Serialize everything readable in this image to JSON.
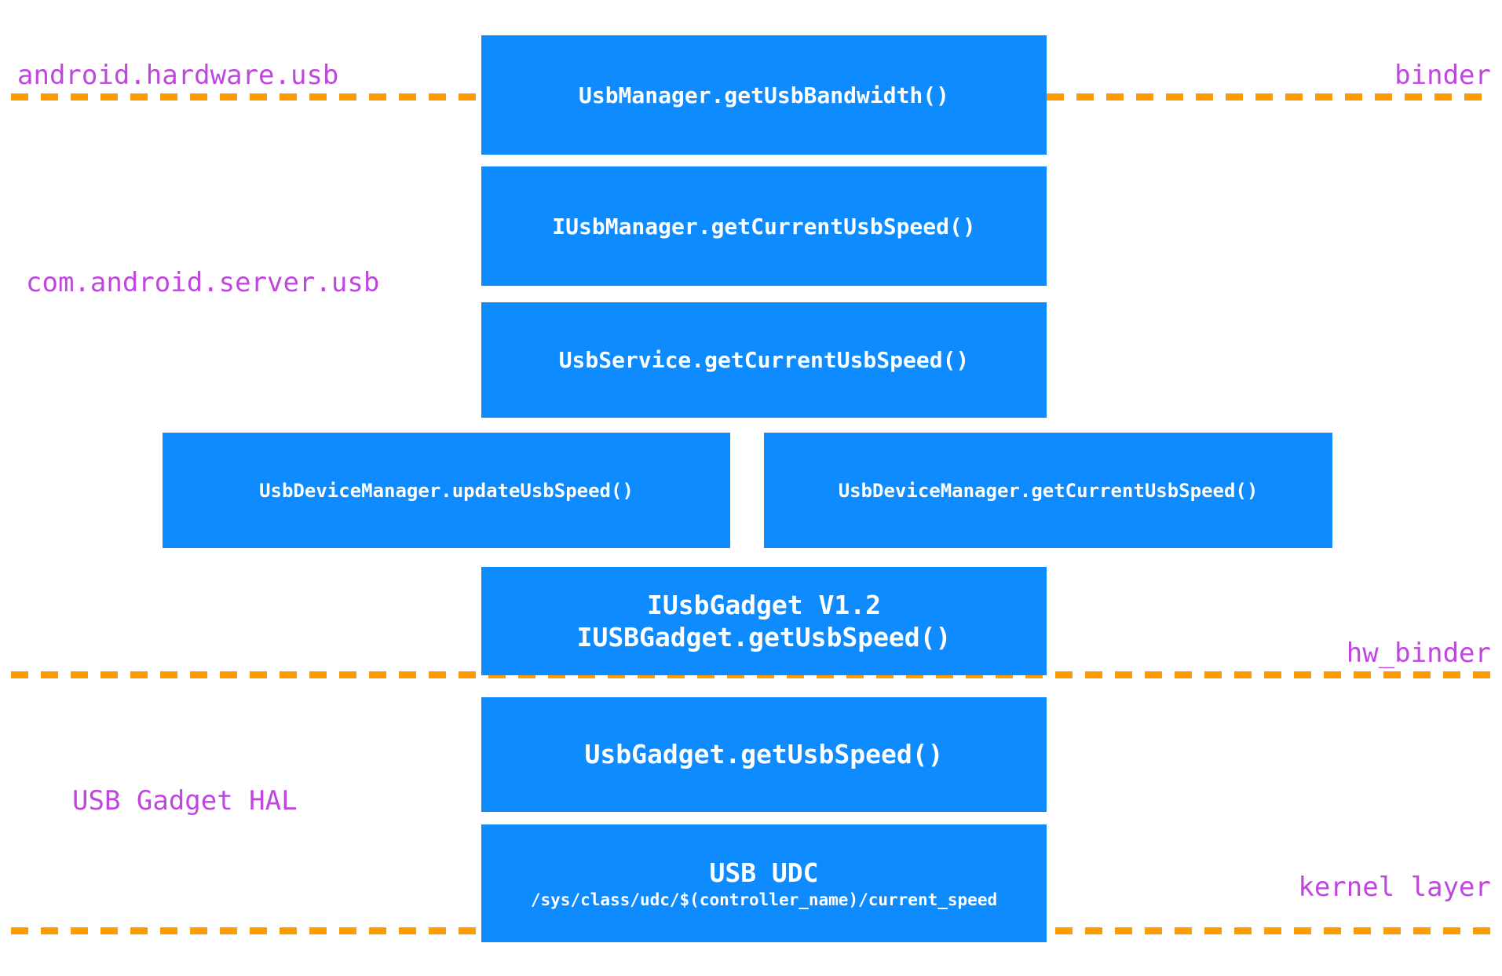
{
  "diagram": {
    "title": "Android USB speed query call stack",
    "background_color": "#ffffff",
    "box_color": "#0d8bff",
    "box_text_color": "#ffffff",
    "label_color": "#bf47dd",
    "divider_color": "#ff9a00"
  },
  "boxes": {
    "usb_manager": {
      "label": "UsbManager.getUsbBandwidth()"
    },
    "iusb_manager": {
      "label": "IUsbManager.getCurrentUsbSpeed()"
    },
    "usb_service": {
      "label": "UsbService.getCurrentUsbSpeed()"
    },
    "device_manager_update": {
      "label": "UsbDeviceManager.updateUsbSpeed()"
    },
    "device_manager_get": {
      "label": "UsbDeviceManager.getCurrentUsbSpeed()"
    },
    "iusb_gadget": {
      "line1": "IUsbGadget V1.2",
      "line2": "IUSBGadget.getUsbSpeed()"
    },
    "usb_gadget": {
      "label": "UsbGadget.getUsbSpeed()"
    },
    "usb_udc": {
      "line1": "USB UDC",
      "line2": "/sys/class/udc/$(controller_name)/current_speed"
    }
  },
  "labels": {
    "android_hardware_usb": "android.hardware.usb",
    "binder": "binder",
    "com_android_server_usb": "com.android.server.usb",
    "hw_binder": "hw_binder",
    "usb_gadget_hal": "USB Gadget HAL",
    "kernel_layer": "kernel layer"
  }
}
